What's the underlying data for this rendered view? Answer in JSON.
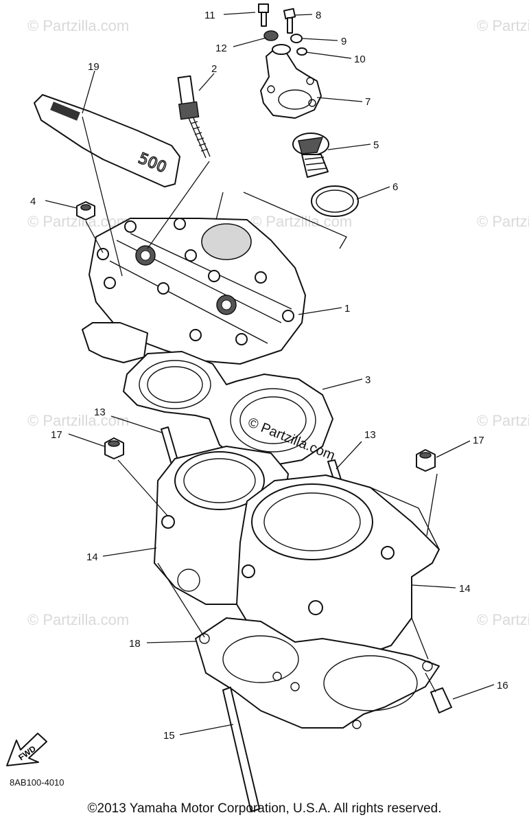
{
  "watermark": "© Partzilla.com",
  "center_watermark": "© Partzilla.com",
  "emblem_text": "500",
  "callouts": [
    {
      "id": "11",
      "label": "11"
    },
    {
      "id": "8",
      "label": "8"
    },
    {
      "id": "12",
      "label": "12"
    },
    {
      "id": "9",
      "label": "9"
    },
    {
      "id": "10",
      "label": "10"
    },
    {
      "id": "19",
      "label": "19"
    },
    {
      "id": "2",
      "label": "2"
    },
    {
      "id": "7",
      "label": "7"
    },
    {
      "id": "5",
      "label": "5"
    },
    {
      "id": "6",
      "label": "6"
    },
    {
      "id": "4",
      "label": "4"
    },
    {
      "id": "1",
      "label": "1"
    },
    {
      "id": "3",
      "label": "3"
    },
    {
      "id": "13a",
      "label": "13"
    },
    {
      "id": "13b",
      "label": "13"
    },
    {
      "id": "17a",
      "label": "17"
    },
    {
      "id": "17b",
      "label": "17"
    },
    {
      "id": "14a",
      "label": "14"
    },
    {
      "id": "14b",
      "label": "14"
    },
    {
      "id": "18",
      "label": "18"
    },
    {
      "id": "16",
      "label": "16"
    },
    {
      "id": "15",
      "label": "15"
    }
  ],
  "fwd_label": "FWD",
  "diagram_code": "8AB100-4010",
  "copyright": "©2013 Yamaha Motor Corporation, U.S.A. All rights reserved."
}
